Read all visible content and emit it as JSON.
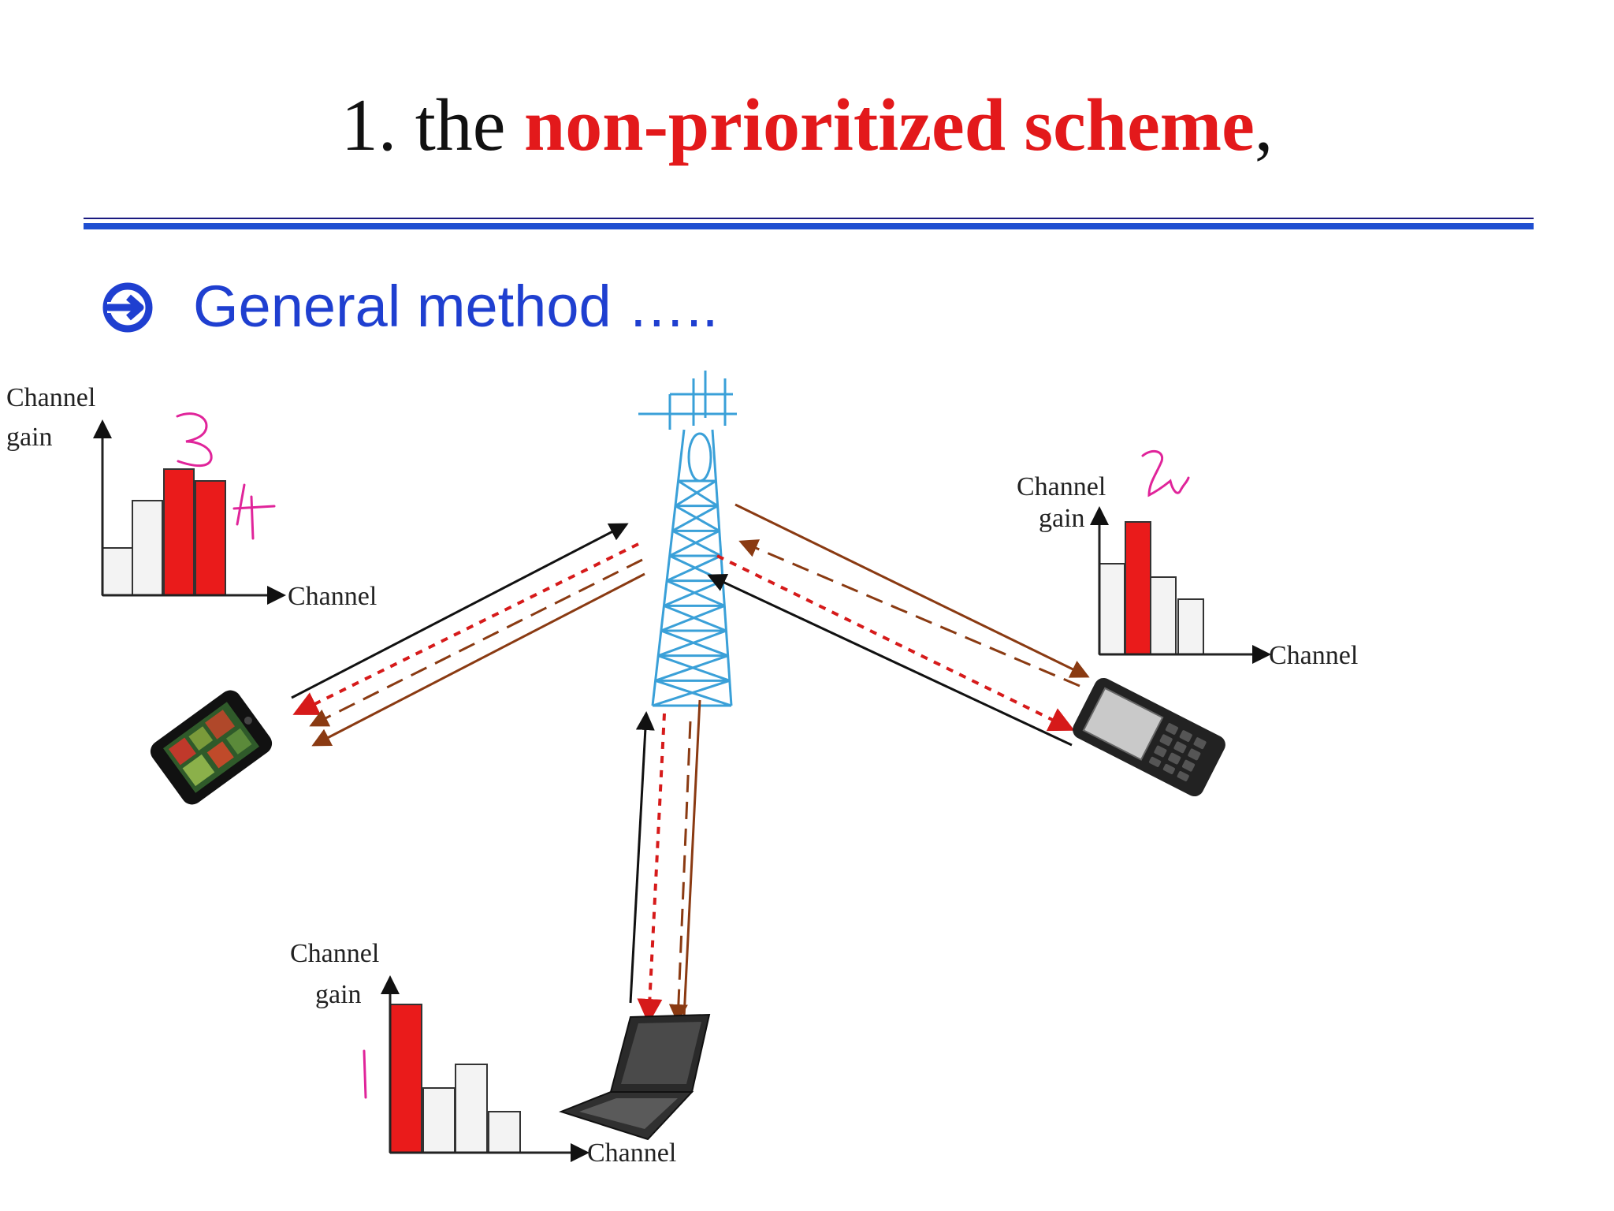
{
  "title": {
    "number": "1.",
    "word": "the",
    "emphasis": "non-prioritized scheme",
    "suffix": ","
  },
  "bullet": {
    "icon": "arrow-circle-right-icon",
    "text": "General method ….."
  },
  "diagram": {
    "axis_x_label": "Channel",
    "axis_y_label_line1": "Channel",
    "axis_y_label_line2": "gain",
    "users": [
      {
        "name": "smartphone",
        "annotation": "3",
        "annotation2": "4"
      },
      {
        "name": "mobile-phone",
        "annotation": "2"
      },
      {
        "name": "laptop",
        "annotation": "1"
      }
    ],
    "colors": {
      "title_emphasis": "#e3191b",
      "bullet": "#1f3fd0",
      "highlight_bar": "#ea1b1b",
      "tower": "#3aa0d8",
      "annotation": "#e0249a"
    }
  }
}
